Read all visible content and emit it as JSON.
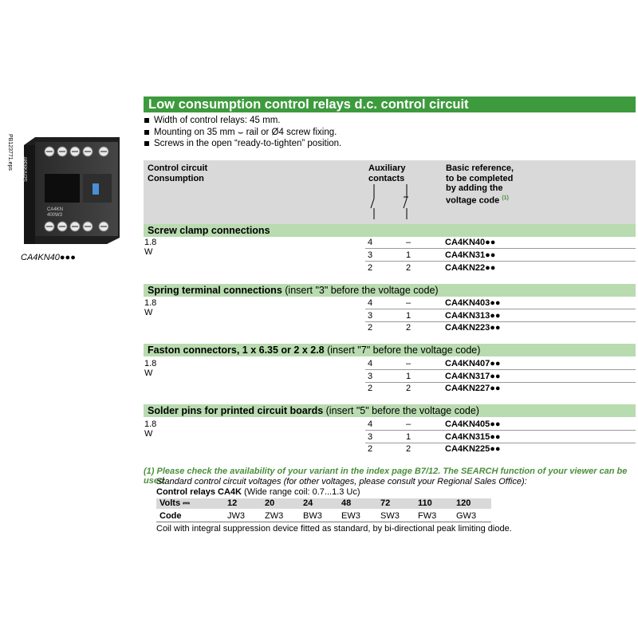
{
  "image_side_label": "PB123771.eps",
  "caption": "CA4KN40●●●",
  "photo": {
    "brand": "Schneider",
    "model_top": "CA4KN",
    "model_bottom": "400W3"
  },
  "title": "Low consumption control relays d.c. control circuit",
  "bullets": [
    "Width of control relays: 45 mm.",
    "Mounting on 35 mm ⌣ rail or Ø4 screw fixing.",
    "Screws in the open “ready-to-tighten” position."
  ],
  "table_header": {
    "col1_line1": "Control circuit",
    "col1_line2": "Consumption",
    "col2_line1": "Auxiliary",
    "col2_line2": "contacts",
    "col3_line1": "Basic reference,",
    "col3_line2": "to be completed",
    "col3_line3": "by adding the",
    "col3_line4": "voltage code",
    "col3_note": "(1)"
  },
  "sections": [
    {
      "title": "Screw clamp connections",
      "note": "",
      "consumption": "1.8 W",
      "rows": [
        {
          "no": "4",
          "nc": "–",
          "ref": "CA4KN40●●"
        },
        {
          "no": "3",
          "nc": "1",
          "ref": "CA4KN31●●"
        },
        {
          "no": "2",
          "nc": "2",
          "ref": "CA4KN22●●"
        }
      ]
    },
    {
      "title": "Spring terminal connections",
      "note": " (insert \"3\" before the voltage code)",
      "consumption": "1.8 W",
      "rows": [
        {
          "no": "4",
          "nc": "–",
          "ref": "CA4KN403●●"
        },
        {
          "no": "3",
          "nc": "1",
          "ref": "CA4KN313●●"
        },
        {
          "no": "2",
          "nc": "2",
          "ref": "CA4KN223●●"
        }
      ]
    },
    {
      "title": "Faston connectors, 1 x 6.35 or 2 x 2.8",
      "note": " (insert \"7\" before the voltage code)",
      "consumption": "1.8 W",
      "rows": [
        {
          "no": "4",
          "nc": "–",
          "ref": "CA4KN407●●"
        },
        {
          "no": "3",
          "nc": "1",
          "ref": "CA4KN317●●"
        },
        {
          "no": "2",
          "nc": "2",
          "ref": "CA4KN227●●"
        }
      ]
    },
    {
      "title": "Solder pins for printed circuit boards",
      "note": " (insert \"5\" before the voltage code)",
      "consumption": "1.8 W",
      "rows": [
        {
          "no": "4",
          "nc": "–",
          "ref": "CA4KN405●●"
        },
        {
          "no": "3",
          "nc": "1",
          "ref": "CA4KN315●●"
        },
        {
          "no": "2",
          "nc": "2",
          "ref": "CA4KN225●●"
        }
      ]
    }
  ],
  "footnote": "(1) Please check the availability of your variant in the index page B7/12. The SEARCH function of your viewer can be used.",
  "footnote_sub": "Standard control circuit voltages (for other voltages, please consult your Regional Sales Office):",
  "control_relays_bold": "Control relays CA4K",
  "control_relays_rest": " (Wide range coil: 0.7...1.3 Uc)",
  "volts_label": "Volts ⎓",
  "code_label": "Code",
  "volts": [
    "12",
    "20",
    "24",
    "48",
    "72",
    "110",
    "120"
  ],
  "codes": [
    "JW3",
    "ZW3",
    "BW3",
    "EW3",
    "SW3",
    "FW3",
    "GW3"
  ],
  "coil_note": "Coil with integral suppression device fitted as standard, by bi-directional peak limiting diode."
}
